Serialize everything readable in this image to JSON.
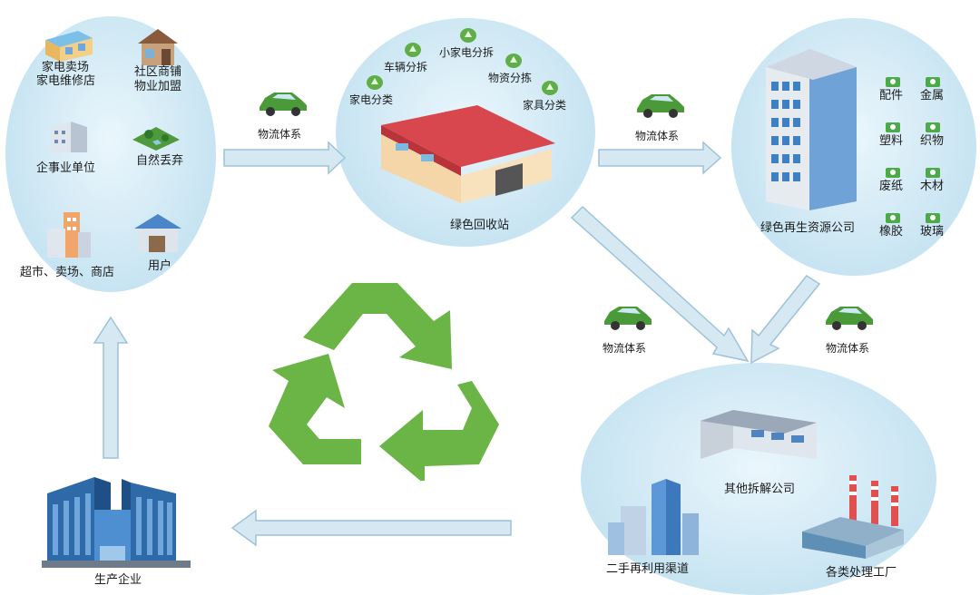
{
  "sources": {
    "appliance_market": "家电卖场",
    "appliance_repair": "家电维修店",
    "community_shop": "社区商铺",
    "property_join": "物业加盟",
    "enterprise": "企事业单位",
    "natural_discard": "自然丢弃",
    "supermarket": "超市、卖场、商店",
    "user": "用户"
  },
  "station": {
    "title": "绿色回收站",
    "sorting": [
      "车辆分拆",
      "小家电分拆",
      "家电分类",
      "物资分拣",
      "家具分类"
    ]
  },
  "company": {
    "title": "绿色再生资源公司",
    "materials": [
      "配件",
      "金属",
      "塑料",
      "织物",
      "废纸",
      "木材",
      "橡胶",
      "玻璃"
    ]
  },
  "logistics": [
    "物流体系",
    "物流体系",
    "物流体系",
    "物流体系"
  ],
  "destinations": {
    "dismantle": "其他拆解公司",
    "second_hand": "二手再利用渠道",
    "processing": "各类处理工厂"
  },
  "producer": "生产企业",
  "colors": {
    "ellipse_fill": "#cfe8f4",
    "arrow_fill": "#d6e8f2",
    "arrow_stroke": "#9cc3d8",
    "recycle_green": "#6ab545",
    "car_green": "#4a9a3a"
  }
}
